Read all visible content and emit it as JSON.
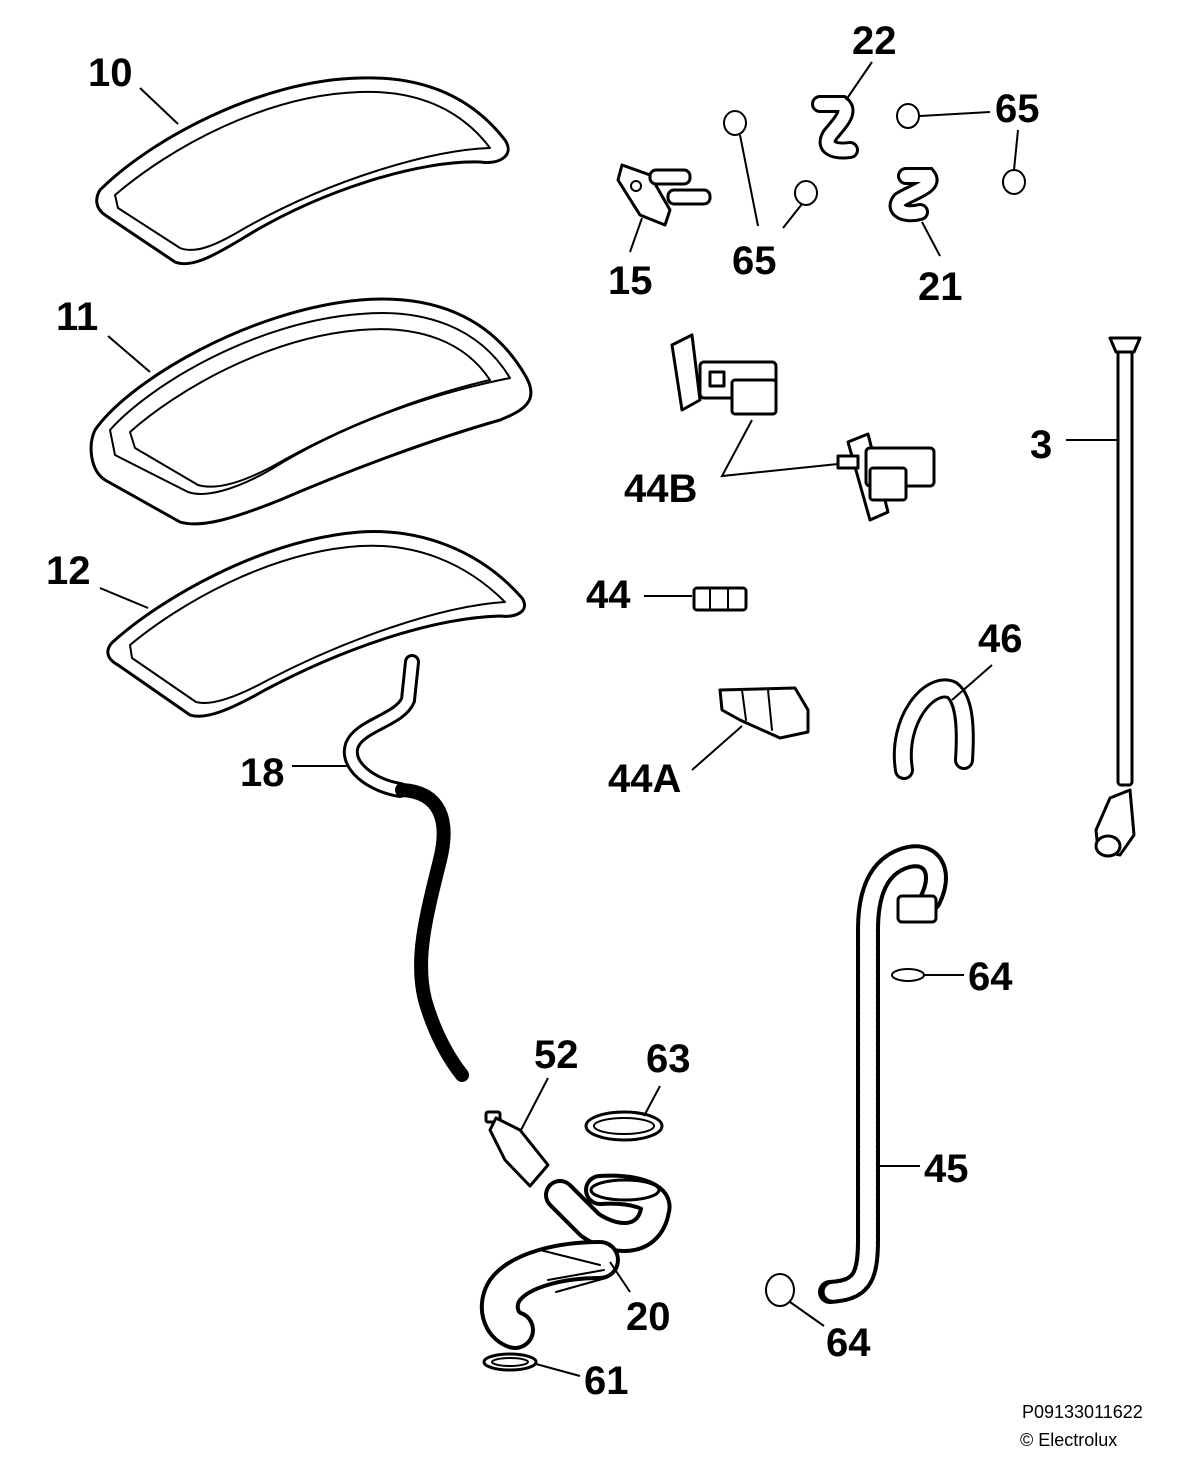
{
  "labels": {
    "p10": "10",
    "p11": "11",
    "p12": "12",
    "p18": "18",
    "p15": "15",
    "p22": "22",
    "p65a": "65",
    "p65b": "65",
    "p21": "21",
    "p44b": "44B",
    "p3": "3",
    "p44": "44",
    "p46": "46",
    "p44a": "44A",
    "p64a": "64",
    "p52": "52",
    "p63": "63",
    "p45": "45",
    "p20": "20",
    "p64b": "64",
    "p61": "61"
  },
  "footer": {
    "code": "P09133011622",
    "copyright": "© Electrolux"
  }
}
